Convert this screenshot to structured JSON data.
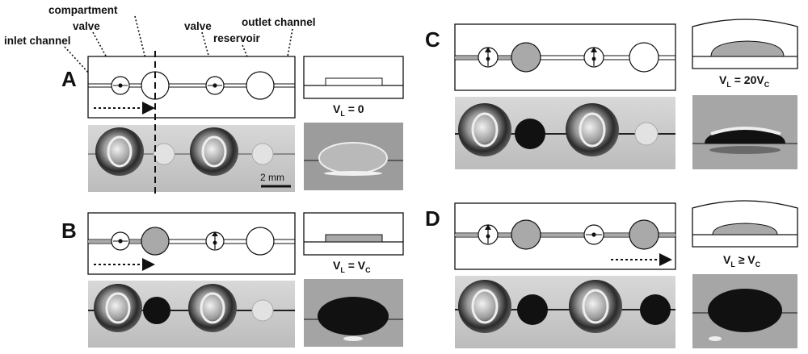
{
  "labels": {
    "compartment": "compartment",
    "valve_left": "valve",
    "inlet_channel": "inlet channel",
    "valve_right": "valve",
    "outlet_channel": "outlet channel",
    "reservoir": "reservoir"
  },
  "panels": {
    "A": {
      "letter": "A",
      "eq_main": "V",
      "eq_sub": "L",
      "eq_rest": " = 0"
    },
    "B": {
      "letter": "B",
      "eq_main": "V",
      "eq_sub": "L",
      "eq_rest": " = V",
      "eq_sub2": "C"
    },
    "C": {
      "letter": "C",
      "eq_main": "V",
      "eq_sub": "L",
      "eq_rest": " = 20V",
      "eq_sub2": "C"
    },
    "D": {
      "letter": "D",
      "eq_main": "V",
      "eq_sub": "L",
      "eq_rest": " ≥ V",
      "eq_sub2": "C"
    }
  },
  "scale_bar": {
    "label": "2 mm"
  },
  "colors": {
    "fill_gray": "#a9a9a9",
    "droplet_dark": "#111111",
    "photo_bg": "#c9c9c9"
  }
}
